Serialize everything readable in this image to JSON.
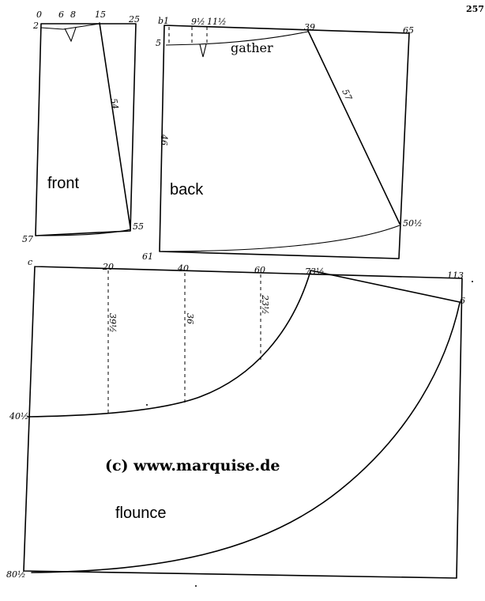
{
  "page_number": "257",
  "pieces": {
    "front": {
      "label": "front",
      "marks": {
        "top_left": "0",
        "left_dart_a": "6",
        "left_dart_b": "8",
        "top_mid": "15",
        "top_right": "25",
        "waist_left": "2",
        "seam_length": "54",
        "hem_left": "57",
        "hem_right": "55"
      }
    },
    "back": {
      "label": "back",
      "gather": "gather",
      "marks": {
        "top_left": "b1",
        "m1": "9½",
        "m2": "11½",
        "top_mid": "39",
        "top_right": "65",
        "waist_left": "5",
        "seam_length": "57",
        "left_length": "46",
        "hem_left": "61",
        "hem_right": "50½"
      }
    },
    "flounce": {
      "label": "flounce",
      "marks": {
        "top_left": "c",
        "t20": "20",
        "t40": "40",
        "t60": "60",
        "t73": "73½",
        "top_right": "113",
        "right": "6",
        "left_mid": "40½",
        "bottom_left": "80½",
        "d1": "39½",
        "d2": "36",
        "d3": "23½"
      }
    }
  },
  "watermark": "(c) www.marquise.de"
}
